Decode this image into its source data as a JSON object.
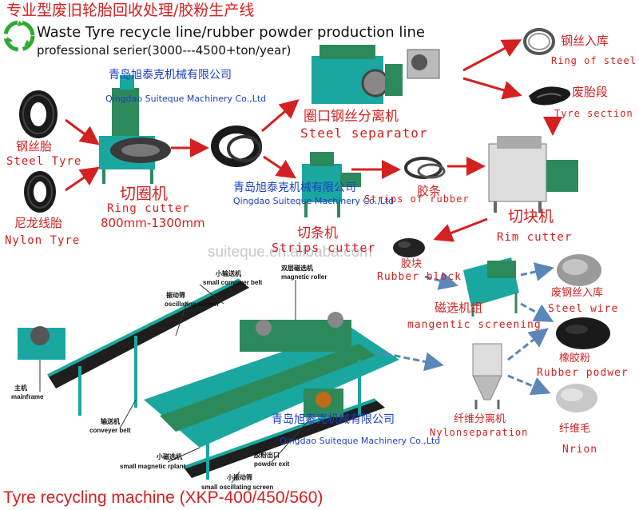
{
  "header": {
    "title_cn": "专业型废旧轮胎回收处理/胶粉生产线",
    "title_en": "Waste Tyre recycle line/rubber powder production line",
    "subtitle_en": "professional serier(3000---4500+ton/year)"
  },
  "company": {
    "cn_1": "青岛旭泰克机械有限公司",
    "en_1": "Qingdao Suiteque Machinery Co.,Ltd",
    "cn_2": "青岛旭泰克机械有限公司",
    "en_2": "Qingdao Suiteque Machinery Co.,Ltd",
    "cn_3": "青岛旭泰克机械有限公司",
    "en_3": "Qingdao Suiteque Machinery Co.,Ltd"
  },
  "watermark": "suiteque.en.alibaba.com",
  "inputs": {
    "steel_tyre_cn": "钢丝胎",
    "steel_tyre_en": "Steel Tyre",
    "nylon_tyre_cn": "尼龙线胎",
    "nylon_tyre_en": "Nylon Tyre"
  },
  "stages": {
    "ring_cutter_cn": "切圈机",
    "ring_cutter_en": "Ring cutter",
    "ring_cutter_size": "800mm-1300mm",
    "steel_separator_cn": "圈口钢丝分离机",
    "steel_separator_en": "Steel separator",
    "ring_of_steel_cn": "钢丝入库",
    "ring_of_steel_en": "Ring of steel",
    "tyre_section_cn": "废胎段",
    "tyre_section_en": "Tyre section",
    "strips_cn": "胶条",
    "strips_en": "Strips of rubber",
    "strips_cutter_cn": "切条机",
    "strips_cutter_en": "Strips cutter",
    "rim_cutter_cn": "切块机",
    "rim_cutter_en": "Rim cutter",
    "rubber_block_cn": "胶块",
    "rubber_block_en": "Rubber block",
    "magnetic_cn": "磁选机组",
    "magnetic_en": "mangentic screening",
    "steel_wire_cn": "废钢丝入库",
    "steel_wire_en": "Steel wire",
    "rubber_powder_cn": "橡胶粉",
    "rubber_powder_en": "Rubber podwer",
    "nylon_sep_cn": "纤维分离机",
    "nylon_sep_en": "Nylonseparation",
    "nrion_cn": "纤维毛",
    "nrion_en": "Nrion"
  },
  "machine_labels": {
    "small_conveyer_cn": "小输送机",
    "small_conveyer_en": "small conveyer belt",
    "oscillating_cn": "振动筛",
    "oscillating_en": "oscillating screen",
    "magnetic_roller_cn": "双层磁选机",
    "magnetic_roller_en": "magnetic roller",
    "mainframe_cn": "主机",
    "mainframe_en": "mainframe",
    "conveyer_cn": "输送机",
    "conveyer_en": "conveyer belt",
    "small_magnetic_cn": "小磁选机",
    "small_magnetic_en": "small magnetic rplant",
    "powder_exit_cn": "胶粉出口",
    "powder_exit_en": "powder exit",
    "small_osc_cn": "小振动筛",
    "small_osc_en": "small oscillating screen"
  },
  "footer": {
    "machine_title": "Tyre recycling machine (XKP-400/450/560)"
  },
  "colors": {
    "title_red": "#d42020",
    "arrow_red": "#d42020",
    "arrow_blue": "#5b86b8",
    "machine_teal": "#1aa7a0",
    "machine_green": "#2c8a5a",
    "recycle_green": "#2eaa2e",
    "company_blue": "#1a3fc4"
  },
  "icons": [
    "recycle-icon"
  ]
}
